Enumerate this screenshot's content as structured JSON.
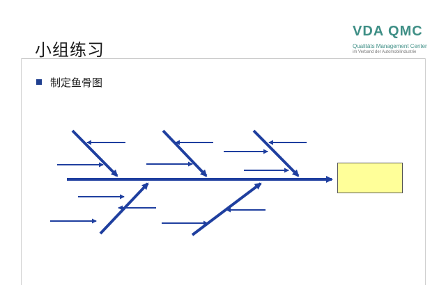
{
  "slide": {
    "title": "小组练习",
    "bullet": "制定鱼骨图"
  },
  "logo": {
    "name": "VDA QMC",
    "line1": "Qualitäts Management Center",
    "line2": "im Verband der Automobilindustrie"
  },
  "colors": {
    "diagram_blue": "#1f3f9f",
    "effect_box_fill": "#ffff99",
    "logo_teal": "#3f8f86"
  },
  "diagram": {
    "type": "fishbone",
    "major_bones": 5,
    "effect_box_text": ""
  }
}
